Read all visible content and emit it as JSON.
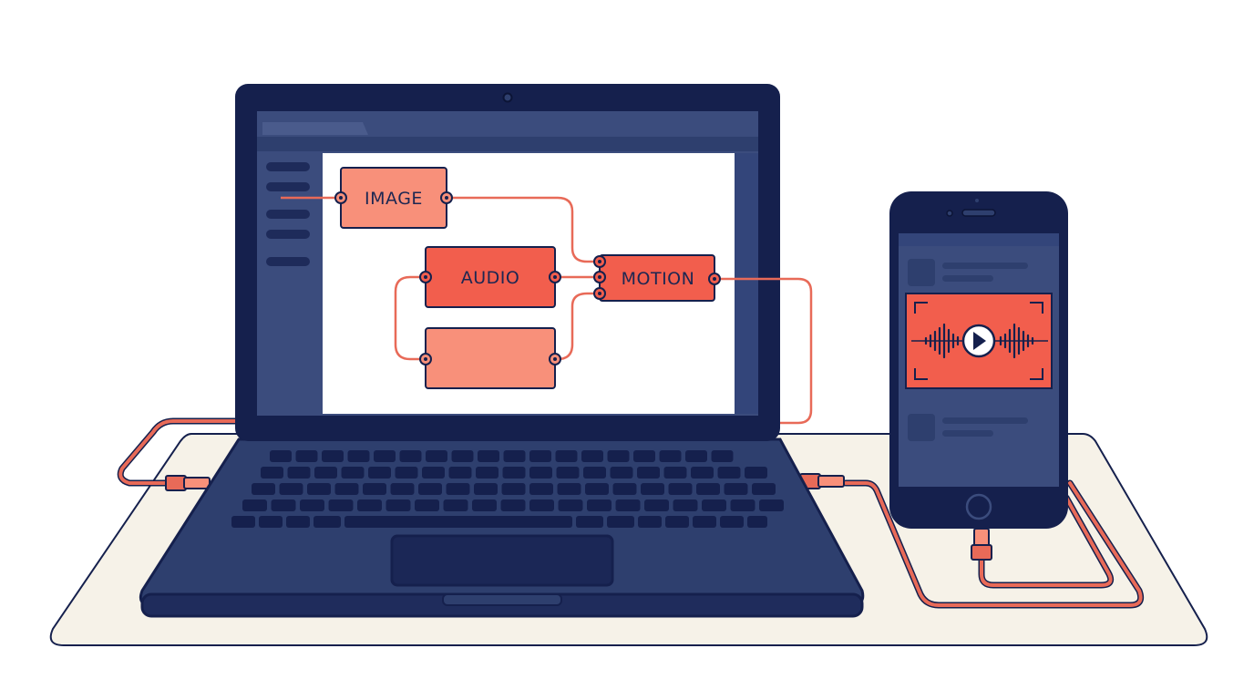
{
  "nodes": {
    "image": {
      "label": "IMAGE"
    },
    "audio": {
      "label": "AUDIO"
    },
    "motion": {
      "label": "MOTION"
    },
    "blank": {
      "label": ""
    }
  },
  "colors": {
    "navy": "#15204d",
    "navy_mid": "#2e3f6e",
    "navy_light": "#3b4c7d",
    "coral": "#f25e4d",
    "salmon": "#f8907a",
    "cable": "#e86a58",
    "desk": "#f6f2e8",
    "canvas": "#ffffff"
  },
  "icons": {
    "play": "play-icon",
    "waveform": "audio-waveform-icon",
    "camera": "webcam-icon"
  }
}
